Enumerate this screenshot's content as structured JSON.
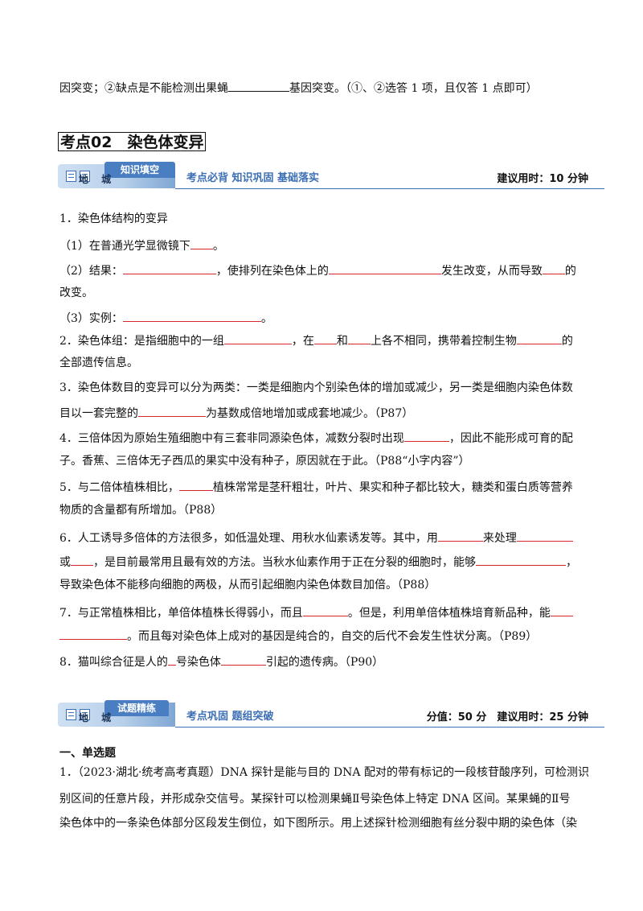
{
  "top_line": {
    "part1": "因突变；②缺点是不能检测出果蝇",
    "part2": "基因突变。（①、②选答 1 项，且仅答 1 点即可）"
  },
  "section_title": "考点02　染色体变异",
  "banner1": {
    "tab_head": "知识填空",
    "tab_label": "地 城",
    "motto": "考点必背  知识巩固  基础落实",
    "time": "建议用时：10 分钟"
  },
  "items": {
    "i1": "1．染色体结构的变异",
    "i1_1a": "（1）在普通光学显微镜下",
    "i1_1b": "。",
    "i1_2a": "（2）结果：",
    "i1_2b": "，使排列在染色体上的",
    "i1_2c": "发生改变，从而导致",
    "i1_2d": "的",
    "i1_2e": "改变。",
    "i1_3a": "（3）实例：",
    "i1_3b": "。",
    "i2a": "2．染色体组：是指细胞中的一组",
    "i2b": "，在",
    "i2c": "和",
    "i2d": "上各不相同，携带着控制生物",
    "i2e": "的",
    "i2f": "全部遗传信息。",
    "i3a": "3．染色体数目的变异可以分为两类：一类是细胞内个别染色体的增加或减少，另一类是细胞内染色体数",
    "i3b": "目以一套完整的",
    "i3c": "为基数成倍地增加或成套地减少。（P87）",
    "i4a": "4．三倍体因为原始生殖细胞中有三套非同源染色体，减数分裂时出现",
    "i4b": "，因此不能形成可育的配",
    "i4c": "子。香蕉、三倍体无子西瓜的果实中没有种子，原因就在于此。（P88“小字内容”）",
    "i5a": "5．与二倍体植株相比，",
    "i5b": "植株常常是茎秆粗壮，叶片、果实和种子都比较大，糖类和蛋白质等营养",
    "i5c": "物质的含量都有所增加。（P88）",
    "i6a": "6．人工诱导多倍体的方法很多，如低温处理、用秋水仙素诱发等。其中，用",
    "i6b": "来处理",
    "i6c": "或",
    "i6d": "，是目前最常用且最有效的方法。当秋水仙素作用于正在分裂的细胞时，能够",
    "i6e": "，",
    "i6f": "导致染色体不能移向细胞的两极，从而引起细胞内染色体数目加倍。（P88）",
    "i7a": "7．与正常植株相比，单倍体植株长得弱小，而且",
    "i7b": "。但是，利用单倍体植株培育新品种，能",
    "i7c": "。而且每对染色体上成对的基因是纯合的，自交的后代不会发生性状分离。（P89）",
    "i8a": "8．猫叫综合征是人的",
    "i8b": "号染色体",
    "i8c": "引起的遗传病。（P90）"
  },
  "banner2": {
    "tab_head": "试题精练",
    "tab_label": "地 城",
    "motto": "考点巩固  题组突破",
    "score": "分值：50 分　建议用时：25 分钟"
  },
  "questions": {
    "heading": "一、单选题",
    "q1a": "1．（2023·湖北·统考高考真题）DNA 探针是能与目的 DNA 配对的带有标记的一段核苷酸序列，可检测识",
    "q1b": "别区间的任意片段，并形成杂交信号。某探针可以检测果蝇Ⅱ号染色体上特定 DNA 区间。某果蝇的Ⅱ号",
    "q1c": "染色体中的一条染色体部分区段发生倒位，如下图所示。用上述探针检测细胞有丝分裂中期的染色体（染"
  }
}
